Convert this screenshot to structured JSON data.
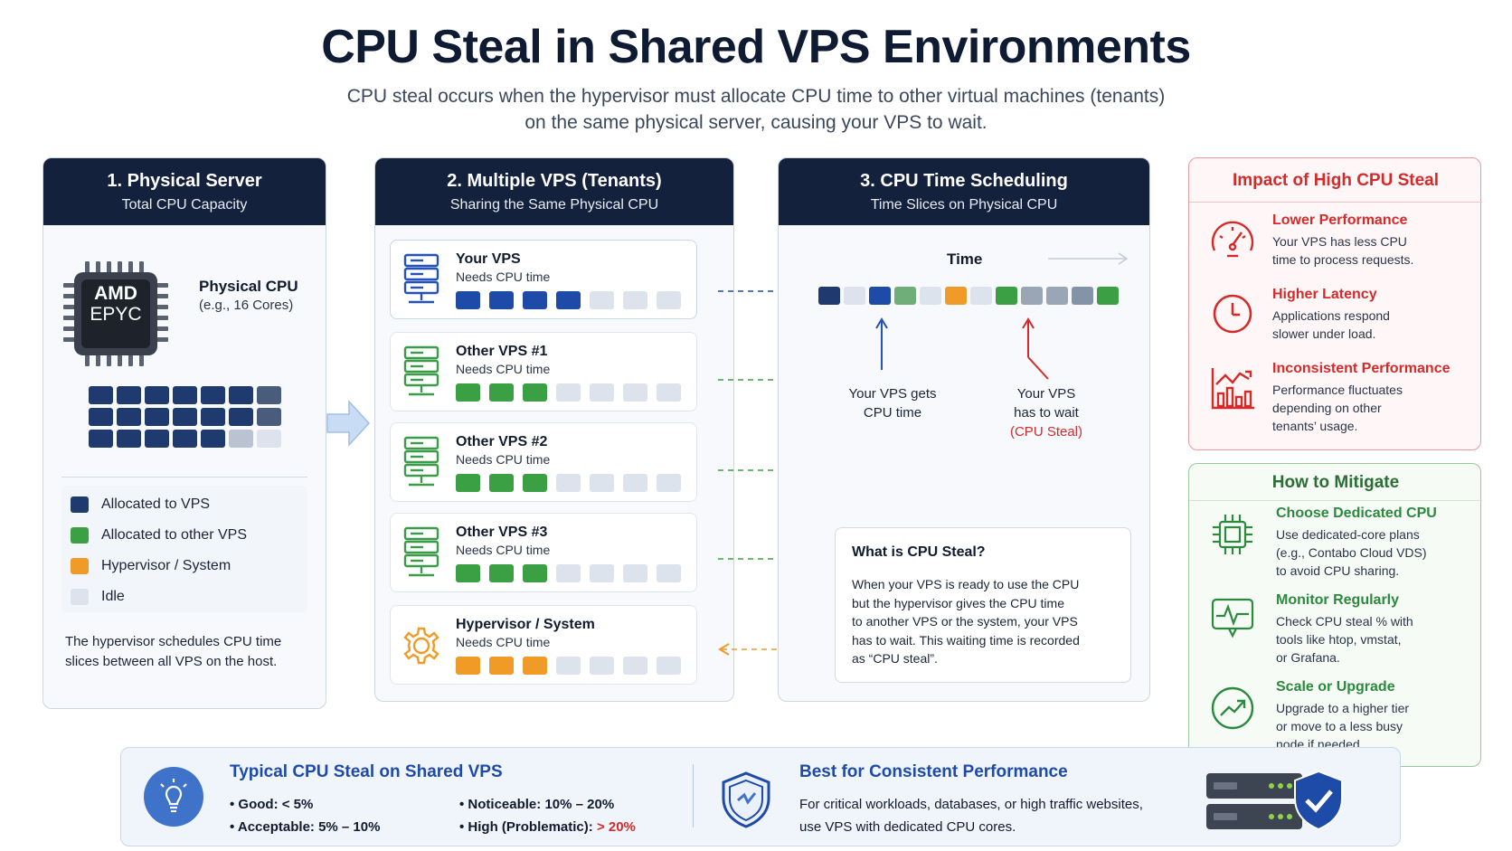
{
  "title": "CPU Steal in Shared VPS Environments",
  "subtitle_line1": "CPU steal occurs when the hypervisor must allocate CPU time to other virtual machines (tenants)",
  "subtitle_line2": "on the same physical server, causing your VPS to wait.",
  "colors": {
    "navy": "#14213d",
    "allocated_vps": "#1f3a6e",
    "your_vps": "#1e4aa8",
    "other_vps": "#3aa043",
    "hypervisor": "#f09a28",
    "idle": "#dde3ec",
    "impact_red": "#d62a2a",
    "mitigate_green": "#2b8a3e"
  },
  "panel1": {
    "title": "1. Physical Server",
    "subtitle": "Total CPU Capacity",
    "chip_line1": "AMD",
    "chip_line2": "EPYC",
    "cpu_label": "Physical CPU",
    "cpu_sub": "(e.g., 16 Cores)",
    "legend": [
      {
        "label": "Allocated to VPS",
        "color": "#1f3a6e"
      },
      {
        "label": "Allocated to other VPS",
        "color": "#3aa043"
      },
      {
        "label": "Hypervisor / System",
        "color": "#f09a28"
      },
      {
        "label": "Idle",
        "color": "#dde3ec"
      }
    ],
    "note_line1": "The hypervisor schedules CPU time",
    "note_line2": "slices between all VPS on the host."
  },
  "panel2": {
    "title": "2. Multiple VPS (Tenants)",
    "subtitle": "Sharing the Same Physical CPU",
    "need_text": "Needs CPU time",
    "tenants": [
      {
        "name": "Your VPS",
        "icon": "server-icon",
        "filled": 4,
        "fill": "#1e4aa8"
      },
      {
        "name": "Other VPS #1",
        "icon": "monitor-server-icon",
        "filled": 3,
        "fill": "#3aa043"
      },
      {
        "name": "Other VPS #2",
        "icon": "monitor-server-icon",
        "filled": 3,
        "fill": "#3aa043"
      },
      {
        "name": "Other VPS #3",
        "icon": "monitor-server-icon",
        "filled": 3,
        "fill": "#3aa043"
      },
      {
        "name": "Hypervisor / System",
        "icon": "gear-icon",
        "filled": 3,
        "fill": "#f09a28"
      }
    ]
  },
  "panel3": {
    "title": "3. CPU Time Scheduling",
    "subtitle": "Time Slices on Physical CPU",
    "time_label": "Time",
    "timeline": [
      "navy",
      "idle",
      "blue",
      "green",
      "idle",
      "orange",
      "idle",
      "green",
      "gray",
      "gray",
      "gray",
      "green"
    ],
    "gets_line1": "Your VPS gets",
    "gets_line2": "CPU time",
    "wait_line1": "Your VPS",
    "wait_line2": "has to wait",
    "wait_line3": "(CPU Steal)",
    "what_title": "What is CPU Steal?",
    "what_lines": [
      "When your VPS is ready to use the CPU",
      "but the hypervisor gives the CPU time",
      "to another VPS or the system, your VPS",
      "has to wait. This waiting time is recorded",
      "as “CPU steal”."
    ]
  },
  "impact": {
    "title": "Impact of High CPU Steal",
    "items": [
      {
        "icon": "gauge-icon",
        "title": "Lower Performance",
        "desc1": "Your VPS has less CPU",
        "desc2": "time to process requests.",
        "desc3": ""
      },
      {
        "icon": "clock-icon",
        "title": "Higher Latency",
        "desc1": "Applications respond",
        "desc2": "slower under load.",
        "desc3": ""
      },
      {
        "icon": "fluctuating-chart-icon",
        "title": "Inconsistent Performance",
        "desc1": "Performance fluctuates",
        "desc2": "depending on other",
        "desc3": "tenants’ usage."
      }
    ]
  },
  "mitigate": {
    "title": "How to Mitigate",
    "items": [
      {
        "icon": "cpu-chip-icon",
        "title": "Choose Dedicated CPU",
        "desc1": "Use dedicated-core plans",
        "desc2": "(e.g., Contabo Cloud VDS)",
        "desc3": "to avoid CPU sharing."
      },
      {
        "icon": "heartbeat-monitor-icon",
        "title": "Monitor Regularly",
        "desc1": "Check CPU steal % with",
        "desc2": "tools like htop, vmstat,",
        "desc3": "or Grafana."
      },
      {
        "icon": "trend-up-icon",
        "title": "Scale or Upgrade",
        "desc1": "Upgrade to a higher tier",
        "desc2": "or move to a less busy",
        "desc3": "node if needed."
      }
    ]
  },
  "bottom": {
    "typical_title": "Typical CPU Steal on Shared VPS",
    "good": "Good: < 5%",
    "acceptable": "Acceptable: 5% – 10%",
    "noticeable": "Noticeable: 10% – 20%",
    "high_prefix": "High (Problematic): ",
    "high_value": "> 20%",
    "best_title": "Best for Consistent Performance",
    "best_line1": "For critical workloads, databases, or high traffic websites,",
    "best_line2": "use VPS with dedicated CPU cores."
  }
}
